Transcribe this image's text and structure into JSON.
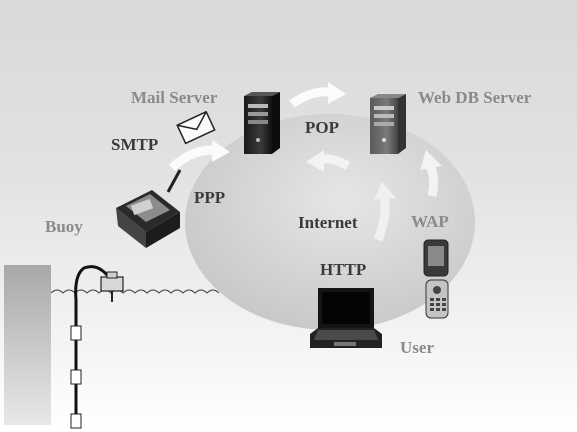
{
  "diagram": {
    "labels": {
      "mail_server": "Mail Server",
      "web_db_server": "Web DB Server",
      "smtp": "SMTP",
      "pop": "POP",
      "ppp": "PPP",
      "buoy": "Buoy",
      "internet": "Internet",
      "wap": "WAP",
      "http": "HTTP",
      "user": "User"
    },
    "icons": [
      "mail-server-icon",
      "web-db-server-icon",
      "envelope-icon",
      "buoy-logger-icon",
      "laptop-icon",
      "mobile-phone-icon",
      "buoy-mooring-icon"
    ]
  }
}
